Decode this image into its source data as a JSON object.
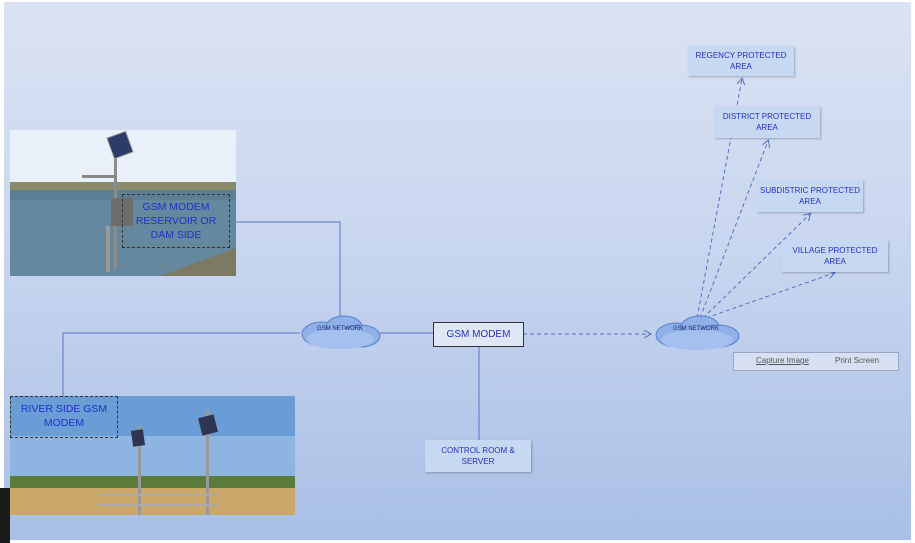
{
  "photos": {
    "reservoir": {
      "label": "GSM  MODEM RESERVOIR OR DAM SIDE"
    },
    "river": {
      "label": "RIVER SIDE GSM MODEM"
    }
  },
  "network_left": "GSM NETWORK",
  "network_right": "GSM NETWORK",
  "gsm_modem": "GSM  MODEM",
  "control_room": "CONTROL ROOM & SERVER",
  "areas": {
    "regency": "REGENCY PROTECTED AREA",
    "district": "DISTRICT PROTECTED AREA",
    "subdistrict": "SUBDISTRIC PROTECTED AREA",
    "village": "VILLAGE PROTECTED AREA"
  },
  "toolbar": {
    "capture": "Capture Image",
    "print": "Print Screen"
  }
}
